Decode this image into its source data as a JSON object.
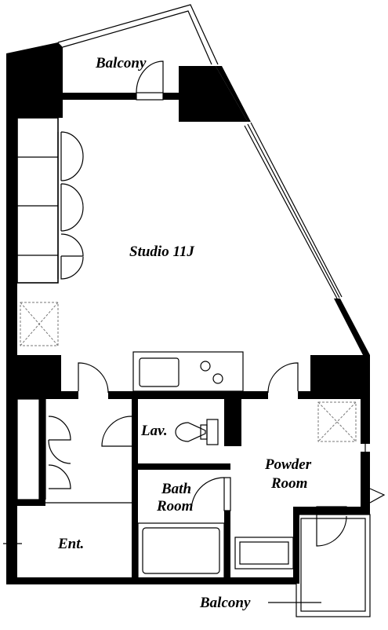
{
  "plan": {
    "rooms": {
      "balcony_top": "Balcony",
      "studio": "Studio 11J",
      "lavatory": "Lav.",
      "bath_line1": "Bath",
      "bath_line2": "Room",
      "powder_line1": "Powder",
      "powder_line2": "Room",
      "entrance": "Ent.",
      "balcony_bottom": "Balcony"
    },
    "icons": [
      "door-swing-icon",
      "toilet-icon",
      "stove-icon",
      "skylight-icon",
      "bathtub-icon"
    ],
    "colors": {
      "wall": "#000000",
      "background": "#ffffff"
    }
  }
}
